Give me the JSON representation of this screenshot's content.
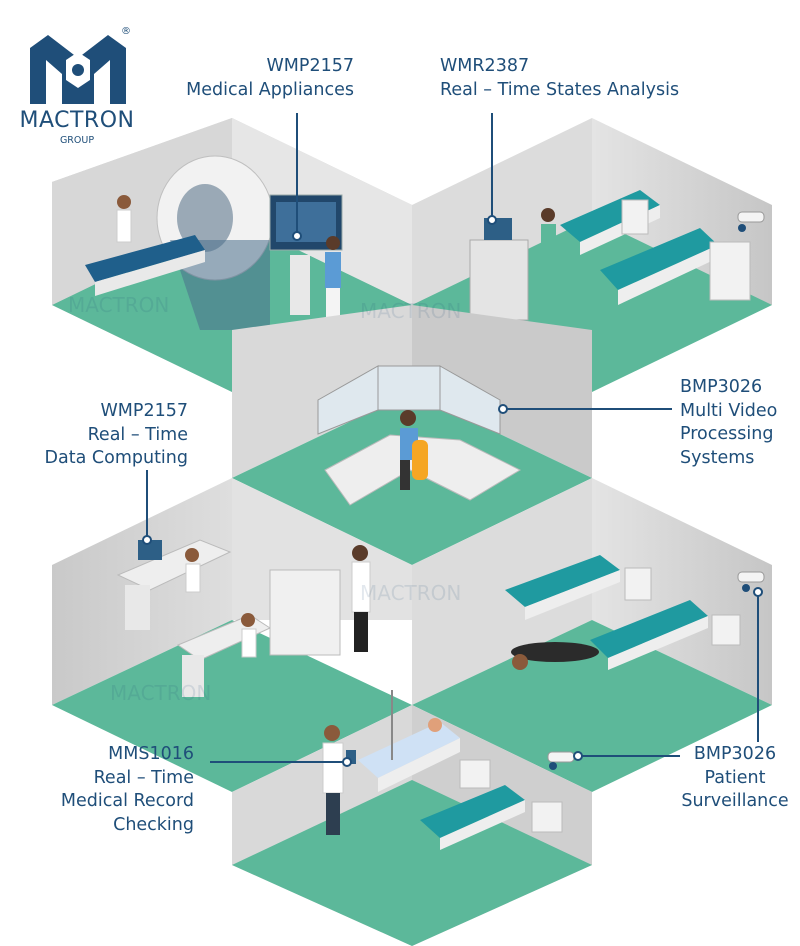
{
  "logo": {
    "name": "MACTRON",
    "group": "GROUP",
    "registered": "®"
  },
  "callouts": [
    {
      "id": "medical-appliances",
      "lines": [
        "WMP2157",
        "Medical Appliances"
      ]
    },
    {
      "id": "states-analysis",
      "lines": [
        "WMR2387",
        "Real – Time States Analysis"
      ]
    },
    {
      "id": "video-processing",
      "lines": [
        "BMP3026",
        "Multi Video",
        "Processing",
        "Systems"
      ]
    },
    {
      "id": "data-computing",
      "lines": [
        "WMP2157",
        "Real – Time",
        "Data Computing"
      ]
    },
    {
      "id": "record-checking",
      "lines": [
        "MMS1016",
        "Real – Time",
        "Medical Record",
        "Checking"
      ]
    },
    {
      "id": "patient-surveillance",
      "lines": [
        "BMP3026",
        "Patient",
        "Surveillance"
      ]
    }
  ],
  "colors": {
    "brand": "#1f4e79",
    "floor": "#5cb89a",
    "wall_light": "#d9d9d9",
    "wall_dark": "#bdbdbd",
    "callout_line": "#1f4e79"
  }
}
